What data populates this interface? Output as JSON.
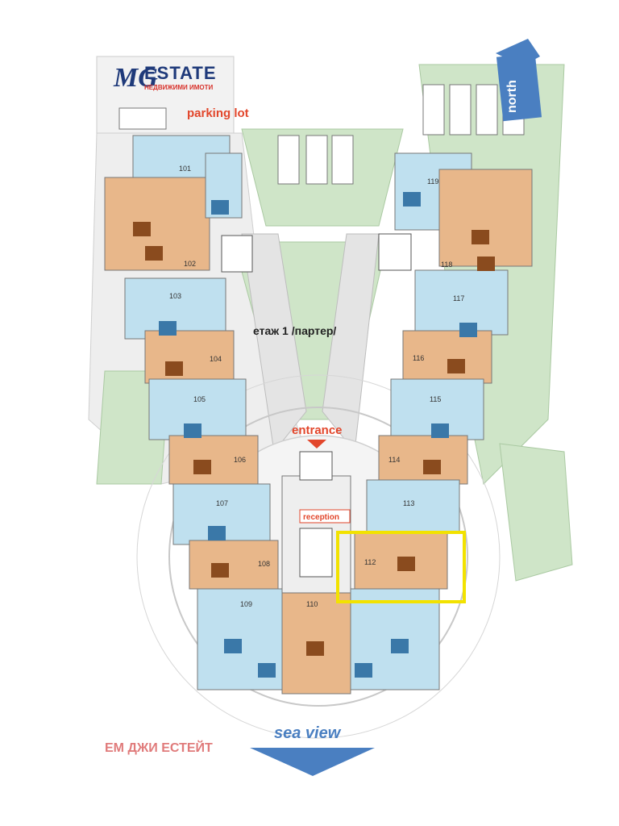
{
  "logo": {
    "mark": "MG",
    "title": "ESTATE",
    "subtitle": "НЕДВИЖИМИ ИМОТИ"
  },
  "labels": {
    "parking": "parking lot",
    "floor": "етаж 1 /партер/",
    "entrance": "entrance",
    "reception": "reception",
    "sea_view": "sea view",
    "north": "north",
    "watermark": "ЕМ ДЖИ ЕСТЕЙТ"
  },
  "units": {
    "left": [
      "101",
      "102",
      "103",
      "104",
      "105",
      "106",
      "107",
      "108",
      "109"
    ],
    "center": "110",
    "right": [
      "119",
      "118",
      "117",
      "116",
      "115",
      "114",
      "113",
      "112"
    ]
  },
  "highlight": {
    "unit": "112",
    "color": "#f2e200"
  },
  "colors": {
    "blue": "#bfe0ef",
    "orange": "#e8b78a",
    "green": "#cfe5c8",
    "accent": "#e2462b",
    "arrow": "#4a7fc1"
  }
}
